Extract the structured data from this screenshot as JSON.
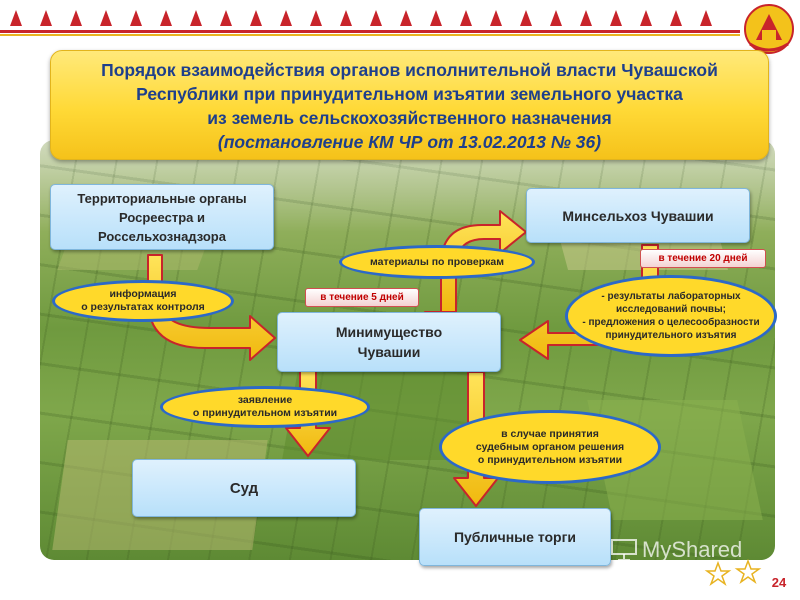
{
  "title": {
    "line1": "Порядок взаимодействия органов исполнительной власти Чувашской",
    "line2": "Республики при принудительном изъятии земельного участка",
    "line3": "из земель сельскохозяйственного назначения",
    "line4": "(постановление КМ ЧР от 13.02.2013 № 36)"
  },
  "nodes": {
    "territorial": {
      "line1": "Территориальные  органы",
      "line2": "Росреестра и",
      "line3": "Россельхознадзора"
    },
    "minselkhoz": "Минсельхоз Чувашии",
    "minimushchestvo": {
      "line1": "Минимущество",
      "line2": "Чувашии"
    },
    "sud": "Суд",
    "torgi": "Публичные торги"
  },
  "ovals": {
    "informatsiya": {
      "line1": "информация",
      "line2": "о результатах контроля"
    },
    "materialy": "материалы по проверкам",
    "rezultaty": {
      "line1": "- результаты лабораторных",
      "line2": "исследований почвы;",
      "line3": "- предложения о целесообразности",
      "line4": "принудительного изъятия"
    },
    "zayavlenie": {
      "line1": "заявление",
      "line2": "о принудительном изъятии"
    },
    "reshenie": {
      "line1": "в случае принятия",
      "line2": "судебным органом решения",
      "line3": "о принудительном изъятии"
    }
  },
  "tags": {
    "five_days": "в течение 5 дней",
    "twenty_days": "в течение 20 дней"
  },
  "page_number": "24",
  "watermark": "MyShared",
  "colors": {
    "accent_red": "#c8242b",
    "title_text": "#1e3f8c",
    "title_fill": "#ffd936",
    "box_fill": "#b8e0fa",
    "oval_fill": "#ffd92a",
    "oval_border": "#2c69c8",
    "arrow_fill": "#f5c518",
    "arrow_border": "#c8242b"
  }
}
